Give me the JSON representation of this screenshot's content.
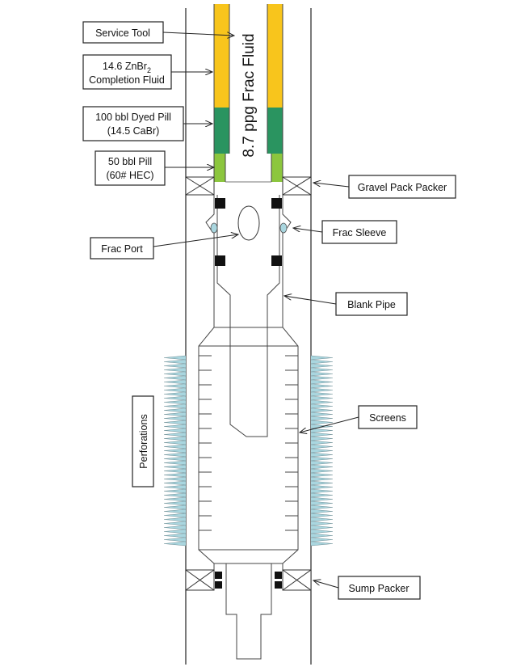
{
  "labels": {
    "service_tool": "Service Tool",
    "completion_fluid_a": "14.6 ZnBr",
    "completion_fluid_sub": "2",
    "completion_fluid_b": "Completion Fluid",
    "dyed_pill_a": "100 bbl Dyed Pill",
    "dyed_pill_b": "(14.5 CaBr)",
    "pill_a": "50 bbl Pill",
    "pill_b": "(60# HEC)",
    "frac_port": "Frac Port",
    "perforations": "Perforations",
    "gravel_pack_packer": "Gravel Pack Packer",
    "frac_sleeve": "Frac Sleeve",
    "blank_pipe": "Blank Pipe",
    "screens": "Screens",
    "sump_packer": "Sump Packer",
    "frac_fluid": "8.7 ppg Frac Fluid"
  },
  "colors": {
    "completion_fluid": "#f8c51c",
    "dyed_pill": "#2a9460",
    "pill": "#8cc63e",
    "perforations": "#a9d6df",
    "port": "#a9d6df"
  }
}
